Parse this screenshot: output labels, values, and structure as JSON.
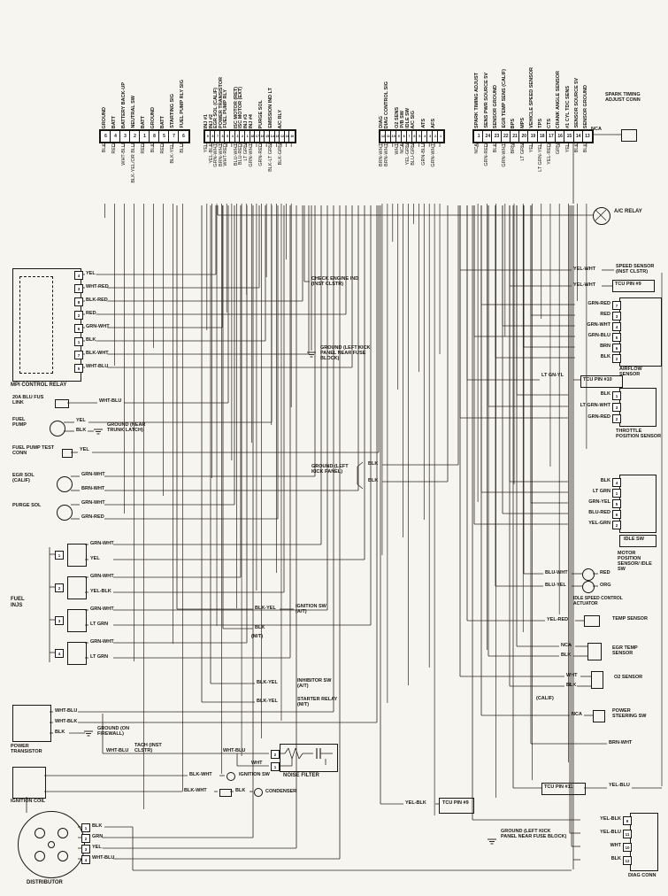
{
  "top_connector": {
    "groups": [
      {
        "name": "ecu-connector-a",
        "pins": [
          "6",
          "4",
          "3",
          "2",
          "1",
          "8",
          "5",
          "7",
          "6"
        ],
        "signals": [
          "GROUND",
          "BATT",
          "BATTERY BACK-UP",
          "NEUTRAL SW",
          "BATT",
          "GROUND",
          "BATT",
          "STARTING SIG",
          "FUEL PUMP RLY SIG"
        ],
        "colors": [
          "BLK",
          "RED",
          "WHT-BLU",
          "BLK-YEL/OR BLU",
          "RED",
          "BLK",
          "RED",
          "BLK-YEL",
          "BLU"
        ]
      },
      {
        "name": "ecu-connector-b",
        "pins": [
          "9",
          "8",
          "7",
          "6",
          "5",
          "4",
          "3",
          "2",
          "1",
          "18",
          "17",
          "16",
          "15",
          "14",
          "13",
          "12",
          "11",
          "10"
        ],
        "signals": [
          "INJ #1",
          "INJ #2",
          "EGR SOL (CALIF)",
          "POWER TRANSISTOR",
          "FUEL PUMP RLY",
          "",
          "ISC MOTOR (RET)",
          "ISC MOTOR (EXT)",
          "INJ #3",
          "INJ #4",
          "",
          "PURGE SOL",
          "",
          "EMISSION IND LT",
          "",
          "A/C RLY",
          "",
          ""
        ],
        "colors": [
          "YEL",
          "YEL-BLK",
          "GRN-WHT",
          "BRN-WHT",
          "WHT-RED",
          "",
          "BLU-WHT",
          "BLU-RED",
          "LT GRN",
          "GRN-WHT",
          "",
          "GRN-RED",
          "",
          "BLK-LT GRN",
          "",
          "BLK-GRN",
          "",
          ""
        ]
      },
      {
        "name": "ecu-connector-c",
        "pins": [
          "12",
          "11",
          "10",
          "9",
          "8",
          "7",
          "6",
          "5",
          "4",
          "3",
          "2",
          "1"
        ],
        "signals": [
          "DIAG",
          "DIAG CONTROL SIG",
          "",
          "O2 SENS",
          "P/B SW",
          "IDLE SW",
          "A/C SIG",
          "",
          "ATS",
          "",
          "AFS",
          ""
        ],
        "colors": [
          "BRN-WHT",
          "BRN-WHT",
          "",
          "WHT",
          "NCA",
          "YEL-GRN",
          "BLU-GRN",
          "",
          "GRN-BLU",
          "",
          "GRN-WHT",
          ""
        ]
      },
      {
        "name": "ecu-connector-d",
        "pins": [
          "1",
          "24",
          "23",
          "22",
          "21",
          "20",
          "19",
          "18",
          "17",
          "16",
          "15",
          "14",
          "13"
        ],
        "signals": [
          "SPARK TIMING ADJUST",
          "SENS PWR SOURCE 5V",
          "SENSOR GROUND",
          "EGR TEMP SENS (CALIF)",
          "BPS",
          "MPS",
          "VEHICLE SPEED SENSOR",
          "TPS",
          "CTS",
          "CRANK ANGLE SENSOR",
          "#1 CYL TDC SENS",
          "SENSOR SOURCE 5V",
          "SENSOR GROUND"
        ],
        "colors": [
          "NCA",
          "GRN-RED",
          "BLK",
          "GRN-WHT",
          "BRN",
          "LT GRN",
          "YEL",
          "LT GRN-YEL",
          "YEL-RED",
          "GRN",
          "YEL",
          "BLK",
          "BLK"
        ]
      }
    ]
  },
  "left": {
    "mpi_relay": {
      "label": "MPI CONTROL RELAY",
      "rows": [
        {
          "pin": "4",
          "color": "YEL"
        },
        {
          "pin": "3",
          "color": "WHT-RED"
        },
        {
          "pin": "8",
          "color": "BLK-RED"
        },
        {
          "pin": "2",
          "color": "RED"
        },
        {
          "pin": "6",
          "color": "GRN-WHT"
        },
        {
          "pin": "1",
          "color": "BLK"
        },
        {
          "pin": "7",
          "color": "BLK-WHT"
        },
        {
          "pin": "5",
          "color": "WHT-BLU"
        }
      ]
    },
    "fus_link": {
      "label": "20A BLU FUS LINK",
      "color": "WHT-BLU"
    },
    "fuel_pump": {
      "label": "FUEL PUMP",
      "wires": [
        "YEL",
        "BLK"
      ],
      "note": "GROUND (NEAR TRUNK LATCH)"
    },
    "fuel_pump_test": {
      "label": "FUEL PUMP TEST CONN",
      "color": "YEL"
    },
    "egr_sol": {
      "label": "EGR SOL (CALIF)",
      "wires": [
        "GRN-WHT",
        "BRN-WHT"
      ]
    },
    "purge_sol": {
      "label": "PURGE SOL",
      "wires": [
        "GRN-WHT",
        "GRN-RED"
      ]
    },
    "fuel_injs": {
      "label": "FUEL INJS",
      "injectors": [
        {
          "n": "1",
          "wires": [
            "GRN-WHT",
            "YEL"
          ]
        },
        {
          "n": "2",
          "wires": [
            "GRN-WHT",
            "YEL-BLK"
          ]
        },
        {
          "n": "3",
          "wires": [
            "GRN-WHT",
            "LT GRN"
          ]
        },
        {
          "n": "4",
          "wires": [
            "GRN-WHT",
            "LT GRN"
          ]
        }
      ]
    },
    "power_transistor": {
      "label": "POWER TRANSISTOR",
      "wires": [
        "WHT-BLU",
        "WHT-BLK",
        "BLK"
      ],
      "note": "GROUND (ON FIREWALL)"
    },
    "ignition_coil": {
      "label": "IGNITION COIL"
    },
    "distributor": {
      "label": "DISTRIBUTOR",
      "rows": [
        {
          "pin": "1",
          "color": "BLK"
        },
        {
          "pin": "2",
          "color": "GRN"
        },
        {
          "pin": "3",
          "color": "YEL"
        },
        {
          "pin": "4",
          "color": "WHT-BLU"
        }
      ]
    }
  },
  "center": {
    "check_engine": {
      "label": "CHECK ENGINE IND (INST CLSTR)"
    },
    "ground_fuse": {
      "label": "GROUND (LEFT KICK PANEL NEAR FUSE BLOCK)"
    },
    "ground_kick": {
      "label": "GROUND (LEFT KICK PANEL)",
      "wires": [
        "BLK",
        "BLK"
      ]
    },
    "ignition_sw_at": {
      "label": "IGNITION SW (A/T)",
      "color": "BLK-YEL"
    },
    "mt": {
      "label": "(M/T)",
      "color": "BLK"
    },
    "inhibitor": {
      "label": "INHIBITOR SW (A/T)",
      "color": "BLK-YEL"
    },
    "starter_relay": {
      "label": "STARTER RELAY (M/T)",
      "color": "BLK-YEL"
    },
    "tach": {
      "label": "TACH (INST CLSTR)",
      "color": "WHT-BLU"
    },
    "noise_filter": {
      "label": "NOISE FILTER",
      "rows": [
        {
          "pin": "2",
          "color": "WHT-BLU"
        },
        {
          "pin": "1",
          "color": "WHT"
        }
      ]
    },
    "ignition_sw": {
      "label": "IGNITION SW",
      "color": "BLK-WHT"
    },
    "condenser": {
      "label": "CONDENSER",
      "colors": [
        "BLK-WHT",
        "BLK"
      ]
    },
    "tcu9": {
      "label": "TCU PIN #9",
      "color": "YEL-BLK"
    }
  },
  "right": {
    "spark_conn": {
      "label": "SPARK TIMING ADJUST CONN",
      "color": "NCA"
    },
    "ac_relay": {
      "label": "A/C RELAY"
    },
    "speed_sensor": {
      "label": "SPEED SENSOR (INST CLSTR)",
      "color": "YEL-WHT"
    },
    "tcu9": {
      "label": "TCU PIN #9",
      "color": "YEL-WHT"
    },
    "airflow": {
      "label": "AIRFLOW SENSOR",
      "rows": [
        {
          "pin": "7",
          "color": "GRN-RED"
        },
        {
          "pin": "3",
          "color": "RED"
        },
        {
          "pin": "4",
          "color": "GRN-WHT"
        },
        {
          "pin": "5",
          "color": "GRN-BLU"
        },
        {
          "pin": "6",
          "color": "BRN"
        },
        {
          "pin": "2",
          "color": "BLK"
        }
      ]
    },
    "tcu10": {
      "label": "TCU PIN #10",
      "color": "LT GN-YL"
    },
    "throttle": {
      "label": "THROTTLE POSITION SENSOR",
      "rows": [
        {
          "pin": "1",
          "color": "BLK"
        },
        {
          "pin": "3",
          "color": "LT GRN-WHT"
        },
        {
          "pin": "2",
          "color": "GRN-RED"
        }
      ]
    },
    "motor_pos": {
      "label": "MOTOR POSITION SENSOR/ IDLE SW",
      "sub": "IDLE SW",
      "rows": [
        {
          "pin": "4",
          "color": "BLK"
        },
        {
          "pin": "1",
          "color": "LT GRN"
        },
        {
          "pin": "5",
          "color": "GRN-YEL"
        },
        {
          "pin": "6",
          "color": "BLU-RED"
        },
        {
          "pin": "2",
          "color": "YEL-GRN"
        }
      ]
    },
    "isc": {
      "label": "IDLE SPEED CONTROL ACTUATOR",
      "rows": [
        {
          "left": "BLU-WHT",
          "right": "RED"
        },
        {
          "left": "BLU-YEL",
          "right": "ORG"
        }
      ]
    },
    "temp": {
      "label": "TEMP SENSOR",
      "color": "YEL-RED"
    },
    "egr_temp": {
      "label": "EGR TEMP SENSOR",
      "wires": [
        "NCA",
        "BLK"
      ]
    },
    "o2": {
      "label": "O2 SENSOR",
      "wires": [
        "WHT",
        "BLK"
      ],
      "note": "(CALIF)"
    },
    "ps_sw": {
      "label": "POWER STEERING SW",
      "color": "NCA",
      "color2": "BRN-WHT"
    },
    "tcu11": {
      "label": "TCU PIN #11",
      "color": "YEL-BLU"
    },
    "diag": {
      "label": "DIAG CONN",
      "note": "GROUND (LEFT KICK PANEL NEAR FUSE BLOCK)",
      "rows": [
        {
          "pin": "9",
          "color": "YEL-BLK"
        },
        {
          "pin": "11",
          "color": "YEL-BLU"
        },
        {
          "pin": "10",
          "color": "WHT"
        },
        {
          "pin": "12",
          "color": "BLK"
        }
      ]
    }
  }
}
